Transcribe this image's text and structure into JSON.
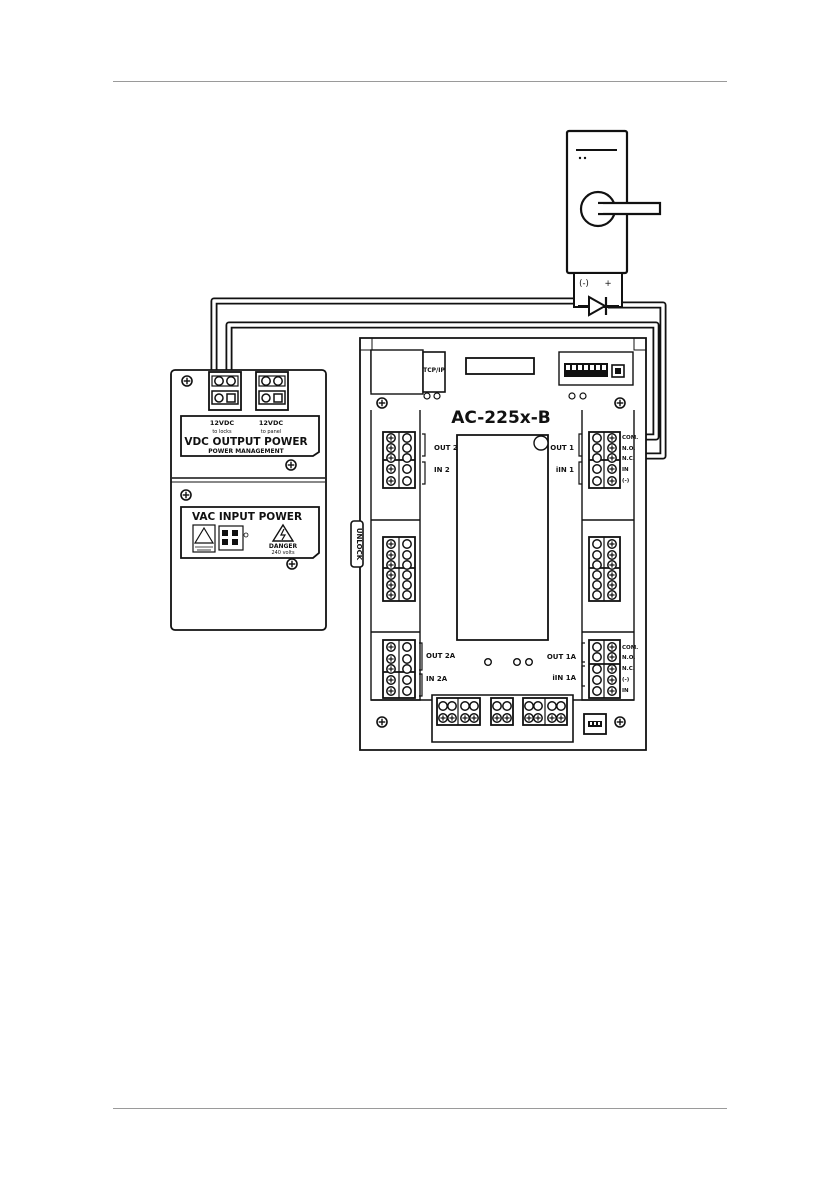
{
  "controller": {
    "model": "AC-225x-B",
    "tcpip_label": "TCP/IP",
    "unlock_label": "UNLOCK",
    "left_upper": {
      "out": "OUT 2",
      "in": "IN 2"
    },
    "right_upper": {
      "out": "OUT 1",
      "in": "iIN 1",
      "terminals": [
        "COM.",
        "N.O.",
        "N.C.",
        "IN",
        "(-)"
      ]
    },
    "left_lower": {
      "out": "OUT 2A",
      "in": "IN 2A"
    },
    "right_lower": {
      "out": "OUT 1A",
      "in": "iIN 1A",
      "terminals": [
        "COM.",
        "N.O.",
        "N.C.",
        "(-)",
        "IN"
      ]
    }
  },
  "power_supply": {
    "vdc_output": {
      "title": "VDC OUTPUT POWER",
      "subtitle": "POWER MANAGEMENT",
      "terminal_1_volt": "12VDC",
      "terminal_1_desc": "to locks",
      "terminal_2_volt": "12VDC",
      "terminal_2_desc": "to panel"
    },
    "vac_input": {
      "title": "VAC INPUT POWER",
      "danger": "DANGER",
      "danger_volts": "240 volts"
    }
  },
  "lock": {
    "minus_label": "(-)",
    "plus_label": "+"
  },
  "colors": {
    "line": "#111111",
    "rule": "#9a9a9a"
  }
}
